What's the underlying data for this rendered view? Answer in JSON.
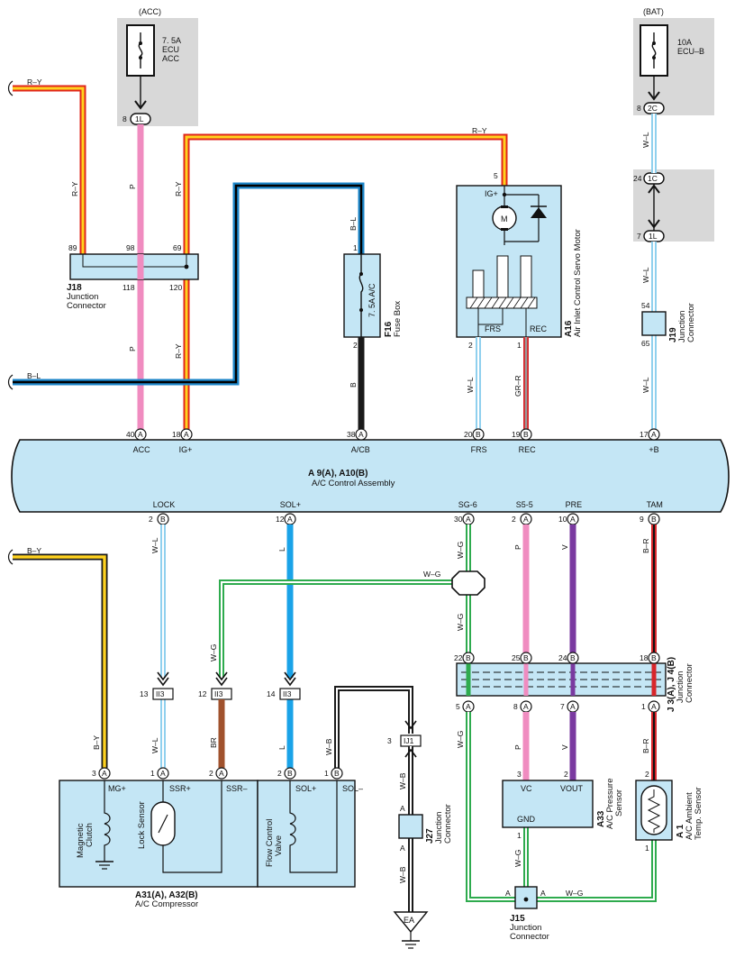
{
  "colors": {
    "box_fill": "#c4e6f5",
    "gray_block": "#d8d8d8",
    "ry_outer": "#e0261b",
    "ry_inner": "#ffd21f",
    "bl_outer": "#1c86c9",
    "bl_inner": "#000000",
    "wl": "#8fd0ee",
    "pink": "#f08cc0",
    "black": "#1a1a1a",
    "purple": "#7a3aa0",
    "blue": "#1aa3e8",
    "brown": "#a0522d",
    "br_red": "#d8262b",
    "grn": "#2eab4e"
  },
  "fuses": {
    "acc": {
      "source": "(ACC)",
      "rating": "7. 5A",
      "name1": "ECU",
      "name2": "ACC",
      "pin_no": "8",
      "pin": "1L"
    },
    "bat": {
      "source": "(BAT)",
      "rating": "10A",
      "name1": "ECU–B",
      "pin_no": "8",
      "pin": "2C"
    }
  },
  "splice_bat": {
    "top_no": "24",
    "top": "1C",
    "bot_no": "7",
    "bot": "1L"
  },
  "j18": {
    "id": "J18",
    "name1": "Junction",
    "name2": "Connector",
    "pin89": "89",
    "pin98": "98",
    "pin69": "69",
    "pin118": "118",
    "pin120": "120"
  },
  "f16": {
    "id": "F16",
    "name": "Fuse Box",
    "fuse": "7. 5A A/C",
    "pin1": "1",
    "pin2": "2"
  },
  "a16": {
    "id": "A16",
    "name": "Air Inlet Control Servo Motor",
    "pin5": "5",
    "ig": "IG+",
    "motor": "M",
    "frs": "FRS",
    "rec": "REC",
    "pin2": "2",
    "pin1": "1"
  },
  "j19": {
    "id": "J19",
    "name1": "Junction",
    "name2": "Connector",
    "pin54": "54",
    "pin65": "65"
  },
  "wires_top": {
    "ry_left": "R–Y",
    "ry_j18": "R–Y",
    "p_acc": "P",
    "ry_69": "R–Y",
    "ry_a16": "R–Y",
    "bl_f16": "B–L",
    "bl_left": "B–L",
    "p_lower": "P",
    "ry_lower": "R–Y",
    "b_f16": "B",
    "wl_frs": "W–L",
    "grr_rec": "GR–R",
    "wl_bat": "W–L",
    "wl_j19a": "W–L",
    "wl_j19b": "W–L"
  },
  "ecu": {
    "title": "A 9(A), A10(B)",
    "subtitle": "A/C Control Assembly",
    "top_pins": [
      {
        "no": "40",
        "letter": "A",
        "name": "ACC"
      },
      {
        "no": "18",
        "letter": "A",
        "name": "IG+"
      },
      {
        "no": "38",
        "letter": "A",
        "name": "A/CB"
      },
      {
        "no": "20",
        "letter": "B",
        "name": "FRS"
      },
      {
        "no": "19",
        "letter": "B",
        "name": "REC"
      },
      {
        "no": "17",
        "letter": "A",
        "name": "+B"
      }
    ],
    "bottom_pins": [
      {
        "no": "2",
        "letter": "B",
        "name": "LOCK"
      },
      {
        "no": "12",
        "letter": "A",
        "name": "SOL+"
      },
      {
        "no": "30",
        "letter": "A",
        "name": "SG-6"
      },
      {
        "no": "2",
        "letter": "A",
        "name": "S5-5"
      },
      {
        "no": "10",
        "letter": "A",
        "name": "PRE"
      },
      {
        "no": "9",
        "letter": "B",
        "name": "TAM"
      }
    ]
  },
  "wires_bottom": {
    "by_left": "B–Y",
    "wl_lock": "W–L",
    "l_sol": "L",
    "wg_sg": "W–G",
    "wg_branch": "W–G",
    "wg_left": "W–G",
    "p_s5": "P",
    "v_pre": "V",
    "br_tam": "B–R",
    "by_comp": "B–Y",
    "wl_lock2": "W–L",
    "br_ssr": "BR",
    "l_sol2": "L",
    "wb_sol": "W–B",
    "wg_j3": "W–G",
    "p_vc": "P",
    "v_vout": "V",
    "br_a1": "B–R",
    "wb_ij1": "W–B",
    "wb_j27": "W–B",
    "wg_j15": "W–G",
    "wg_j15r": "W–G"
  },
  "inline_conn": [
    {
      "no": "13",
      "name": "II3"
    },
    {
      "no": "12",
      "name": "II3"
    },
    {
      "no": "14",
      "name": "II3"
    },
    {
      "no": "3",
      "name": "IJ1"
    }
  ],
  "j3j4": {
    "id": "J 3(A), J 4(B)",
    "name1": "Junction",
    "name2": "Connector",
    "top": [
      {
        "no": "22",
        "l": "B"
      },
      {
        "no": "25",
        "l": "B"
      },
      {
        "no": "24",
        "l": "B"
      },
      {
        "no": "18",
        "l": "B"
      }
    ],
    "bottom": [
      {
        "no": "5",
        "l": "A"
      },
      {
        "no": "8",
        "l": "A"
      },
      {
        "no": "7",
        "l": "A"
      },
      {
        "no": "1",
        "l": "A"
      }
    ]
  },
  "compressor": {
    "id": "A31(A), A32(B)",
    "name": "A/C Compressor",
    "pin3": {
      "no": "3",
      "l": "A",
      "name": "MG+"
    },
    "pin1": {
      "no": "1",
      "l": "A",
      "name": "SSR+"
    },
    "pin2": {
      "no": "2",
      "l": "A",
      "name": "SSR–"
    },
    "pin2b": {
      "no": "2",
      "l": "B",
      "name": "SOL+"
    },
    "pin1b": {
      "no": "1",
      "l": "B",
      "name": "SOL–"
    },
    "clutch1": "Magnetic",
    "clutch2": "Clutch",
    "lock": "Lock Sensor",
    "valve1": "Flow Control",
    "valve2": "Valve"
  },
  "a33": {
    "id": "A33",
    "name1": "A/C Pressure",
    "name2": "Sensor",
    "vc": "VC",
    "vout": "VOUT",
    "gnd": "GND",
    "pin3": "3",
    "pin2": "2",
    "pin1": "1"
  },
  "a1": {
    "id": "A 1",
    "name1": "A/C Ambient",
    "name2": "Temp. Sensor",
    "pin2": "2",
    "pin1": "1"
  },
  "j27": {
    "id": "J27",
    "name1": "Junction",
    "name2": "Connector",
    "a_top": "A",
    "a_bot": "A"
  },
  "j15": {
    "id": "J15",
    "name1": "Junction",
    "name2": "Connector",
    "a_left": "A",
    "a_right": "A"
  },
  "ground": {
    "ea": "EA"
  }
}
